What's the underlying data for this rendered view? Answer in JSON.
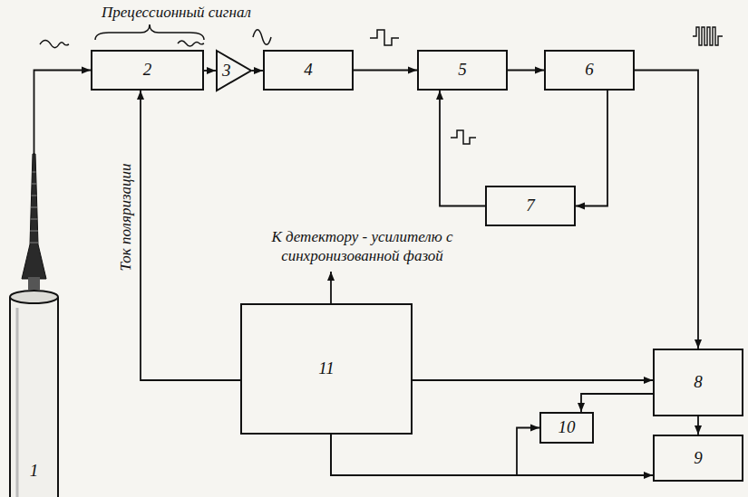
{
  "diagram": {
    "nodes": [
      {
        "text": [
          "2"
        ]
      },
      {
        "text": [
          "3"
        ]
      },
      {
        "text": [
          "4"
        ]
      },
      {
        "text": [
          "5"
        ]
      },
      {
        "text": [
          "6"
        ]
      },
      {
        "text": [
          "7"
        ]
      },
      {
        "text": [
          "1"
        ]
      },
      {
        "text": [
          "11"
        ]
      },
      {
        "text": [
          "8"
        ]
      },
      {
        "text": [
          "10"
        ]
      },
      {
        "text": [
          "9"
        ]
      }
    ],
    "edges": [
      {
        "from": 6,
        "to": 0,
        "arrow": "to"
      },
      {
        "from": 0,
        "to": 1,
        "arrow": "to"
      },
      {
        "from": 1,
        "to": 2,
        "arrow": "to"
      },
      {
        "from": 2,
        "to": 3,
        "arrow": "to"
      },
      {
        "from": 3,
        "to": 4,
        "arrow": "to"
      },
      {
        "from": 4,
        "to": 5,
        "arrow": "to"
      },
      {
        "from": 5,
        "to": 3,
        "arrow": "to"
      },
      {
        "from": 4,
        "to": 8,
        "arrow": "to"
      },
      {
        "from": 7,
        "to": 0,
        "arrow": "to",
        "label": "Ток поляризации"
      },
      {
        "from": 7,
        "to": 8,
        "arrow": "to"
      },
      {
        "from": 8,
        "to": 9,
        "arrow": "to"
      },
      {
        "from": 8,
        "to": 10,
        "arrow": "to"
      },
      {
        "from": 7,
        "to": 9,
        "arrow": "to"
      },
      {
        "from": 7,
        "to": 10,
        "arrow": "to"
      }
    ],
    "labels": [
      "Прецессионный сигнал",
      "К детектору - усилителю с синхронизованной фазой"
    ]
  }
}
